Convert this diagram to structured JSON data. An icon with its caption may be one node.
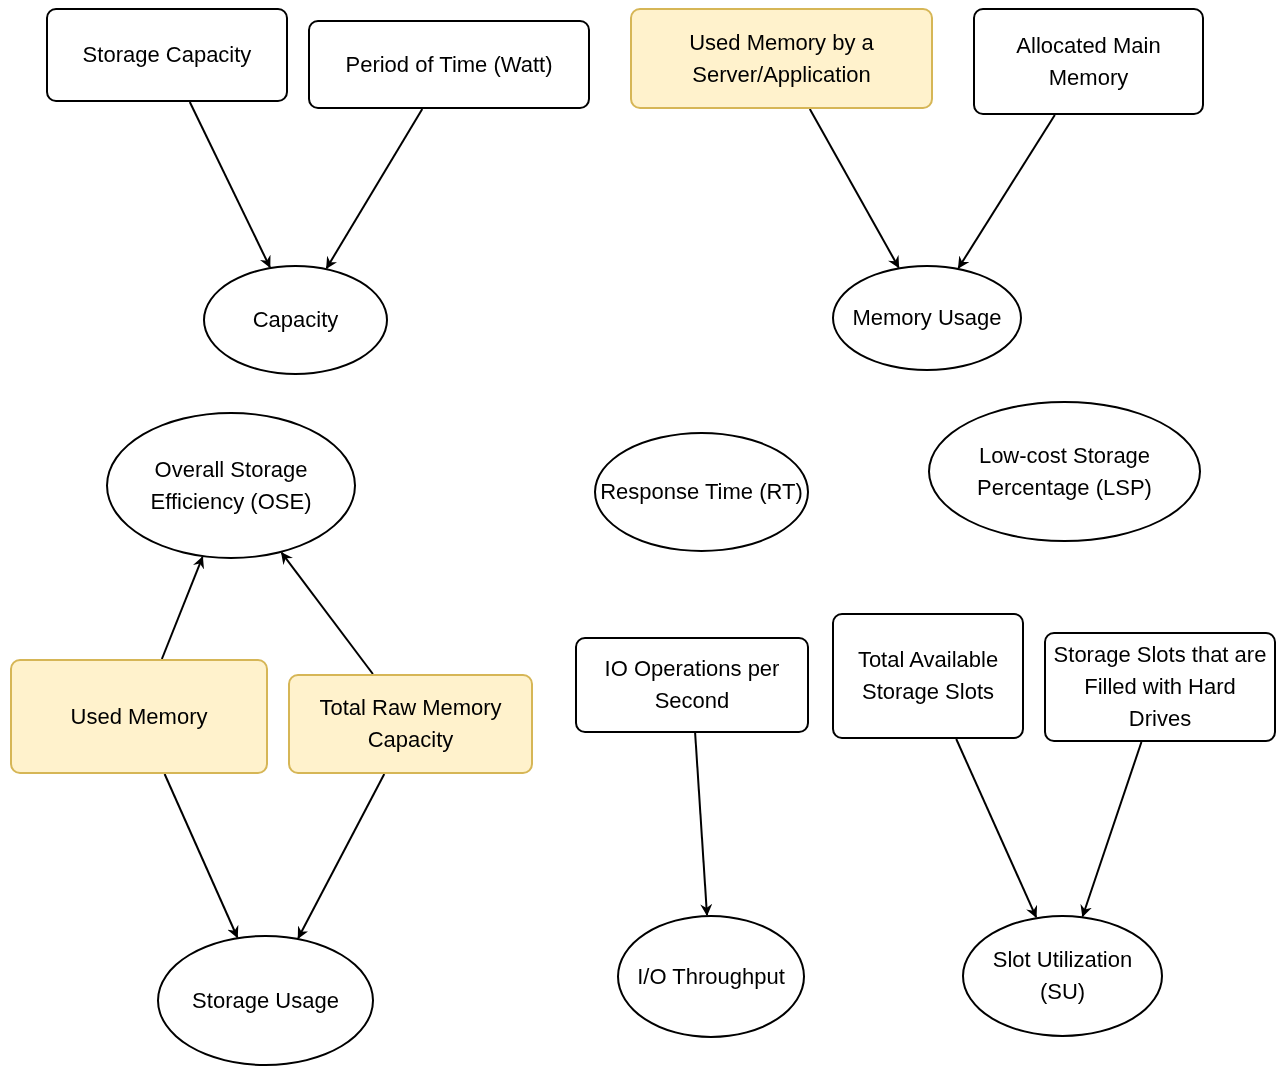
{
  "diagram": {
    "nodes": [
      {
        "text": [
          "Storage Capacity"
        ]
      },
      {
        "text": [
          "Period of Time (Watt)"
        ]
      },
      {
        "text": [
          "Capacity"
        ]
      },
      {
        "text": [
          "Used Memory by a Server/Application"
        ]
      },
      {
        "text": [
          "Allocated Main Memory"
        ]
      },
      {
        "text": [
          "Memory Usage"
        ]
      },
      {
        "text": [
          "Overall Storage Efficiency (OSE)"
        ]
      },
      {
        "text": [
          "Response Time (RT)"
        ]
      },
      {
        "text": [
          "Low-cost Storage Percentage (LSP)"
        ]
      },
      {
        "text": [
          "Used Memory"
        ]
      },
      {
        "text": [
          "Total Raw Memory Capacity"
        ]
      },
      {
        "text": [
          "IO Operations per Second"
        ]
      },
      {
        "text": [
          "Total Available Storage Slots"
        ]
      },
      {
        "text": [
          "Storage Slots that are Filled with Hard Drives"
        ]
      },
      {
        "text": [
          "Storage Usage"
        ]
      },
      {
        "text": [
          "I/O Throughput"
        ]
      },
      {
        "text": [
          "Slot Utilization (SU)"
        ]
      }
    ],
    "edges": [
      {
        "from": 0,
        "to": 2,
        "arrow": "to"
      },
      {
        "from": 1,
        "to": 2,
        "arrow": "to"
      },
      {
        "from": 3,
        "to": 5,
        "arrow": "to"
      },
      {
        "from": 4,
        "to": 5,
        "arrow": "to"
      },
      {
        "from": 9,
        "to": 6,
        "arrow": "to"
      },
      {
        "from": 10,
        "to": 6,
        "arrow": "to"
      },
      {
        "from": 9,
        "to": 14,
        "arrow": "to"
      },
      {
        "from": 10,
        "to": 14,
        "arrow": "to"
      },
      {
        "from": 11,
        "to": 15,
        "arrow": "to"
      },
      {
        "from": 12,
        "to": 16,
        "arrow": "to"
      },
      {
        "from": 13,
        "to": 16,
        "arrow": "to"
      }
    ]
  }
}
